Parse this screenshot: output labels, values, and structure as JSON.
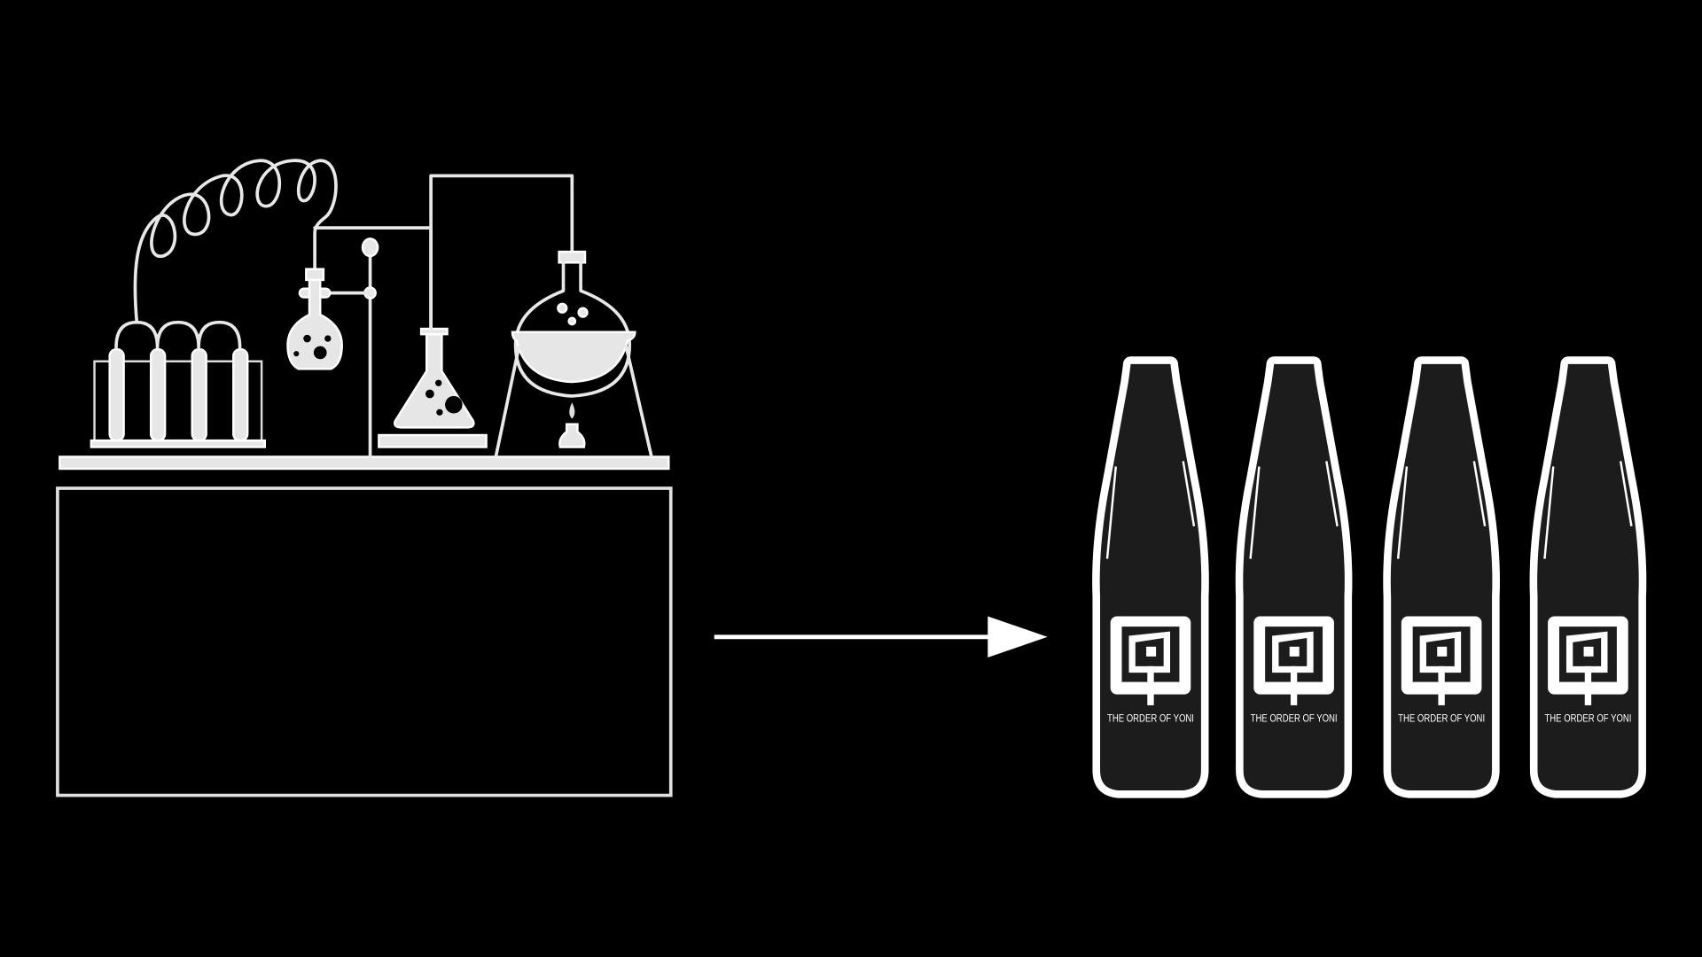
{
  "diagram": {
    "colors": {
      "background": "#000000",
      "line": "#e8e8e8",
      "bottle": "#1c1c1c"
    },
    "bottles": [
      {
        "label": "THE ORDER OF YONI"
      },
      {
        "label": "THE ORDER OF YONI"
      },
      {
        "label": "THE ORDER OF YONI"
      },
      {
        "label": "THE ORDER OF YONI"
      }
    ]
  }
}
